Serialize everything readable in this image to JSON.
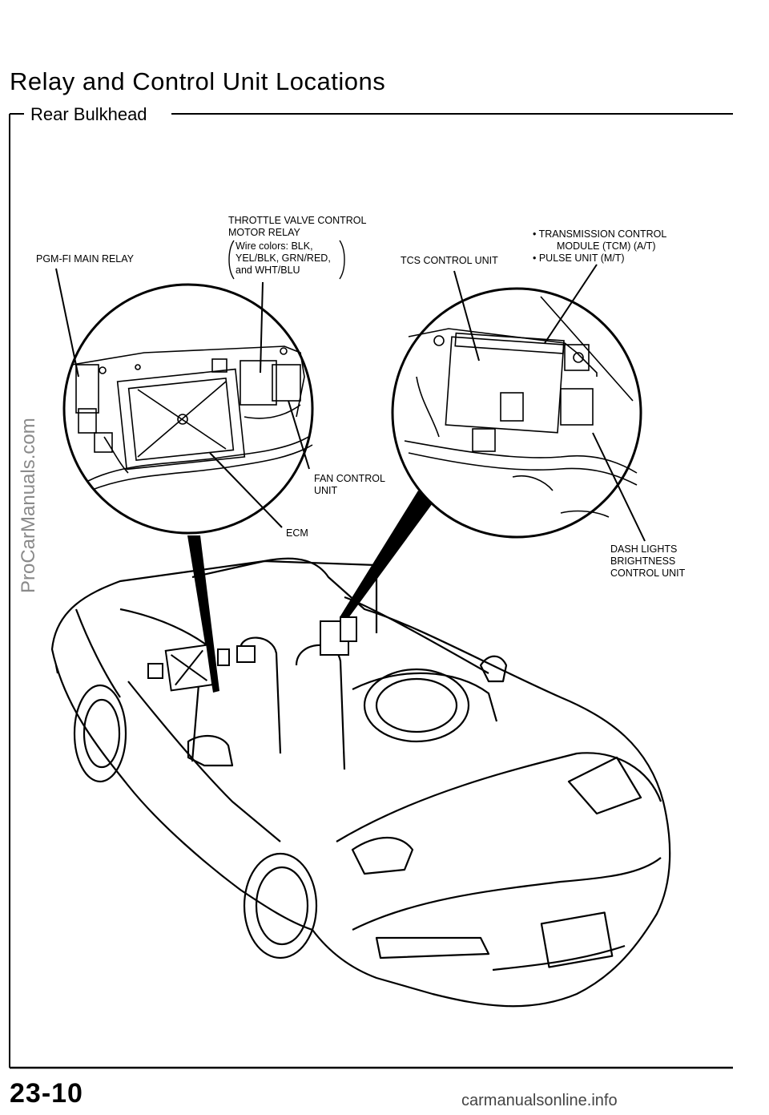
{
  "page": {
    "title": "Relay and Control Unit Locations",
    "section": "Rear Bulkhead",
    "page_number": "23-10",
    "footer_url": "carmanualsonline.info",
    "watermark": "ProCarManuals.com"
  },
  "labels": {
    "throttle_line1": "THROTTLE VALVE CONTROL",
    "throttle_line2": "MOTOR RELAY",
    "wire_line1": "Wire colors: BLK,",
    "wire_line2": "YEL/BLK, GRN/RED,",
    "wire_line3": "and WHT/BLU",
    "pgm_fi": "PGM-FI MAIN RELAY",
    "tcs": "TCS CONTROL UNIT",
    "tcm_line1": "• TRANSMISSION CONTROL",
    "tcm_line2": "MODULE (TCM) (A/T)",
    "tcm_line3": "• PULSE UNIT (M/T)",
    "fan_line1": "FAN CONTROL",
    "fan_line2": "UNIT",
    "ecm": "ECM",
    "dash_line1": "DASH LIGHTS",
    "dash_line2": "BRIGHTNESS",
    "dash_line3": "CONTROL UNIT"
  }
}
